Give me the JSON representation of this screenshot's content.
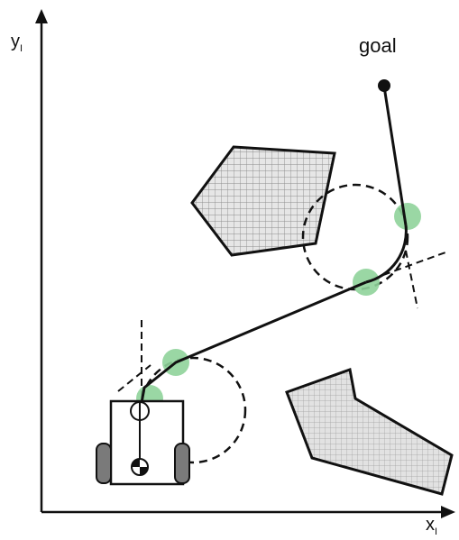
{
  "axes": {
    "y_label": "y",
    "y_subscript": "I",
    "x_label": "x",
    "x_subscript": "I"
  },
  "goal": {
    "label": "goal"
  },
  "colors": {
    "ink": "#111111",
    "obstacle_fill": "#e6e6e6",
    "hatch": "#8c8c8c",
    "tangent_point": "#8fd39a",
    "wheel": "#7a7a7a"
  },
  "icons": {
    "robot": "differential-drive-robot-icon",
    "goal": "goal-point-icon",
    "obstacle": "hatched-polygon-obstacle"
  }
}
